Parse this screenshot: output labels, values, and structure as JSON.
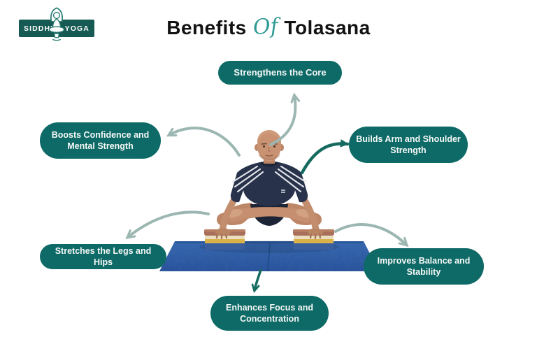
{
  "brand": {
    "name_left": "SIDDHI",
    "name_right": "YOGA",
    "icon": "meditating-yogi-icon"
  },
  "title": {
    "prefix": "Benefits",
    "connector": "Of",
    "pose": "Tolasana"
  },
  "benefits": {
    "core": {
      "label": "Strengthens the Core"
    },
    "confidence": {
      "label": "Boosts Confidence and\nMental Strength"
    },
    "arm_shoulder": {
      "label": "Builds Arm and Shoulder\nStrength"
    },
    "legs_hips": {
      "label": "Stretches the Legs and Hips"
    },
    "balance": {
      "label": "Improves Balance and\nStability"
    },
    "focus": {
      "label": "Enhances Focus and\nConcentration"
    }
  },
  "illustration": {
    "subject": "Man performing Tolasana (scale pose): lotus legs lifted on two yoga blocks on a blue yoga mat"
  },
  "colors": {
    "pill_teal": "#0e6a66",
    "pill_text": "#f5f8f7",
    "arrow_light": "#9cb7b2",
    "arrow_dark": "#156b60",
    "script_accent": "#2f9a93",
    "logo_bg": "#175a54",
    "mat_blue": "#2e61a8"
  }
}
